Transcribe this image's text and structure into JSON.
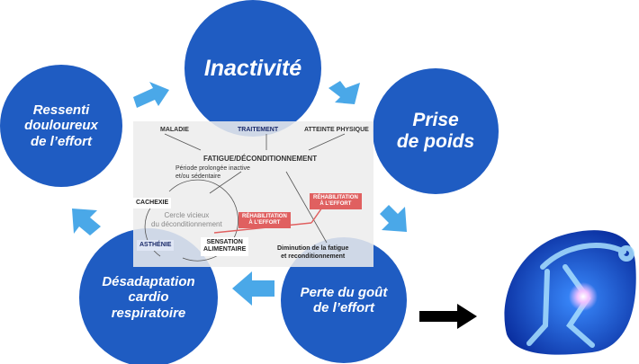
{
  "circles": {
    "inactivite": "Inactivité",
    "prise_poids": "Prise\nde poids",
    "ressenti": "Ressenti\ndouloureux\nde l’effort",
    "perte_gout": "Perte du goût\nde l’effort",
    "desadaptation": "Désadaptation\ncardio\nrespiratoire"
  },
  "inset": {
    "maladie": "MALADIE",
    "traitement": "TRAITEMENT",
    "atteinte": "ATTEINTE PHYSIQUE",
    "fatigue": "FATIGUE/DÉCONDITIONNEMENT",
    "periode": "Période prolongée inactive\net/ou sédentaire",
    "cachexie": "CACHEXIE",
    "cercle": "Cercle vicieux\ndu déconditionnement",
    "asthenie": "ASTHÉNIE",
    "sensation": "SENSATION\nALIMENTAIRE",
    "rehab1": "RÉHABILITATION\nÀ L’EFFORT",
    "rehab2": "RÉHABILITATION\nÀ L’EFFORT",
    "diminution": "Diminution de la fatigue\net reconditionnement"
  },
  "colors": {
    "circle": "#1f5cc2",
    "arrow": "#4aa8e8",
    "rehab": "#e06060"
  }
}
